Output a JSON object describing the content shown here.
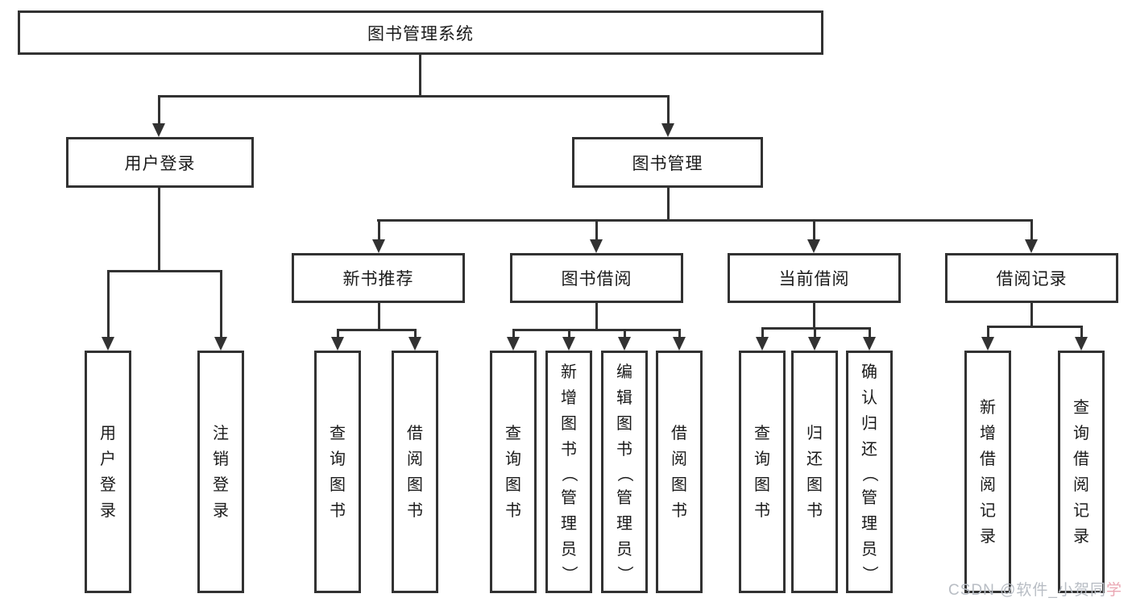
{
  "tree": {
    "root": {
      "label": "图书管理系统"
    },
    "branches": [
      {
        "label": "用户登录",
        "children": [
          {
            "label": "用户登录"
          },
          {
            "label": "注销登录"
          }
        ]
      },
      {
        "label": "图书管理",
        "children": [
          {
            "label": "新书推荐",
            "children": [
              {
                "label": "查询图书"
              },
              {
                "label": "借阅图书"
              }
            ]
          },
          {
            "label": "图书借阅",
            "children": [
              {
                "label": "查询图书"
              },
              {
                "label": "新增图书（管理员）"
              },
              {
                "label": "编辑图书（管理员）"
              },
              {
                "label": "借阅图书"
              }
            ]
          },
          {
            "label": "当前借阅",
            "children": [
              {
                "label": "查询图书"
              },
              {
                "label": "归还图书"
              },
              {
                "label": "确认归还（管理员）"
              }
            ]
          },
          {
            "label": "借阅记录",
            "children": [
              {
                "label": "新增借阅记录"
              },
              {
                "label": "查询借阅记录"
              }
            ]
          }
        ]
      }
    ]
  },
  "watermark": {
    "prefix": "CSDN @软件_小贺同",
    "suffix": "学"
  },
  "colors": {
    "line": "#323232",
    "text": "#1a1a1a",
    "background": "#ffffff",
    "watermark_gray": "#b8bdc4",
    "watermark_pink": "#eaa7b3"
  }
}
